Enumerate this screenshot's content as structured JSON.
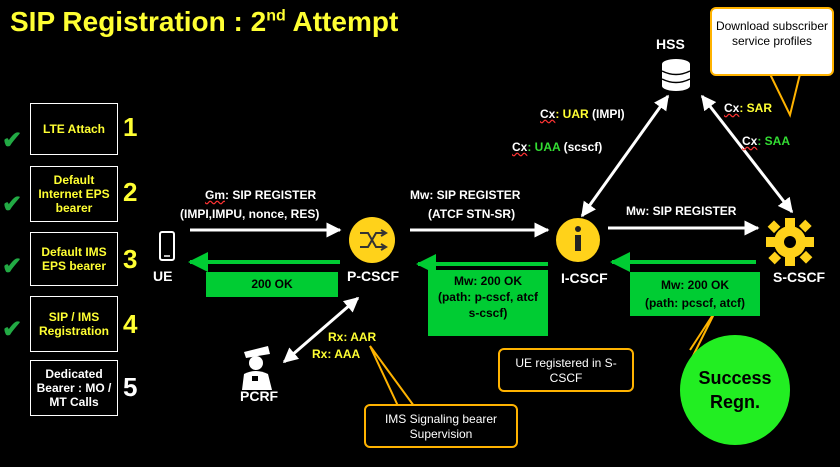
{
  "title": {
    "main": "SIP Registration : 2",
    "sup": "nd",
    "rest": " Attempt"
  },
  "steps": [
    {
      "label": "LTE Attach",
      "num": "1",
      "done": true
    },
    {
      "label": "Default Internet EPS bearer",
      "num": "2",
      "done": true
    },
    {
      "label": "Default IMS EPS bearer",
      "num": "3",
      "done": true
    },
    {
      "label": "SIP / IMS Registration",
      "num": "4",
      "done": true
    },
    {
      "label": "Dedicated Bearer : MO / MT Calls",
      "num": "5",
      "done": false
    }
  ],
  "nodes": {
    "ue": "UE",
    "pcscf": "P-CSCF",
    "icscf": "I-CSCF",
    "scscf": "S-CSCF",
    "hss": "HSS",
    "pcrf": "PCRF"
  },
  "messages": {
    "gm_prefix": "Gm",
    "gm_msg": ": SIP REGISTER",
    "gm_params": "(IMPI,IMPU, nonce, RES)",
    "mw1_prefix": "Mw",
    "mw1_msg": ": SIP REGISTER",
    "mw1_params": "(ATCF STN-SR)",
    "mw2_prefix": "Mw",
    "mw2_msg": ": SIP REGISTER",
    "ue_ok": "200 OK",
    "pc_ok_title": "Mw: 200 OK",
    "pc_ok_line1": "(path: p-cscf, atcf",
    "pc_ok_line2": "s-cscf)",
    "ic_ok_title": "Mw: 200 OK",
    "ic_ok_line": "(path: pcscf, atcf)",
    "cx_uar_prefix": "Cx",
    "cx_uar": ": UAR",
    "cx_uar_param": " (IMPI)",
    "cx_uaa_prefix": "Cx",
    "cx_uaa": ": UAA",
    "cx_uaa_param": " (scscf)",
    "cx_sar_prefix": "Cx",
    "cx_sar": ": SAR",
    "cx_saa_prefix": "Cx",
    "cx_saa": ": SAA",
    "rx_aar": "Rx: AAR",
    "rx_aaa": "Rx: AAA"
  },
  "callouts": {
    "download": "Download subscriber service profiles",
    "ue_registered": "UE registered in S-CSCF",
    "ims_signaling": "IMS Signaling bearer Supervision"
  },
  "success": "Success Regn.",
  "colors": {
    "yellow": "#ffff33",
    "green": "#00cc33",
    "orange": "#ffb300",
    "bright_green": "#22ee22"
  }
}
